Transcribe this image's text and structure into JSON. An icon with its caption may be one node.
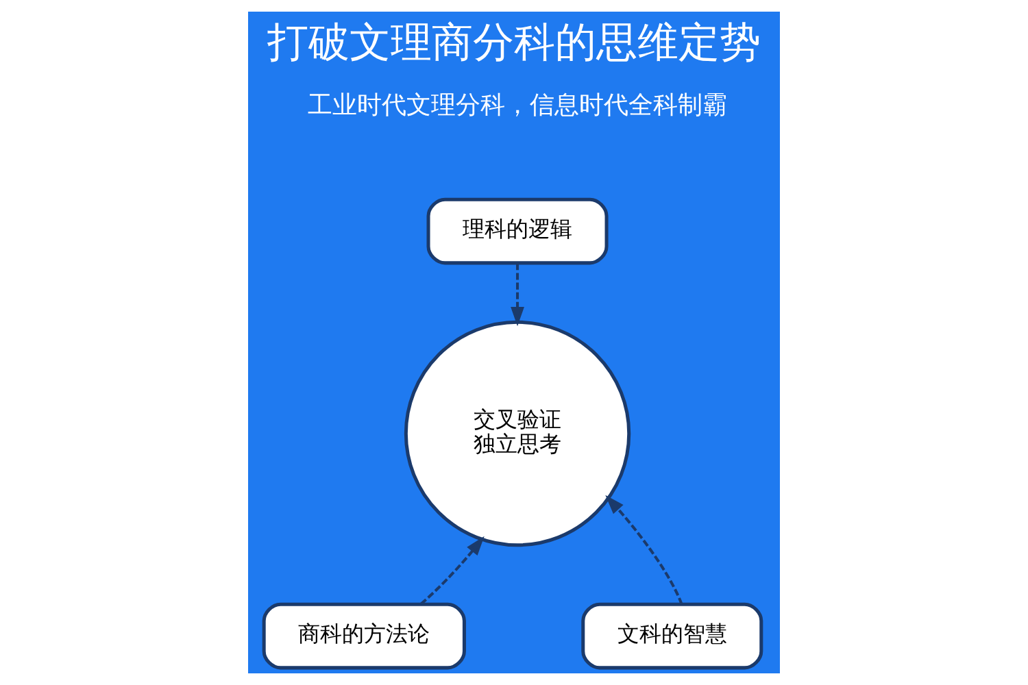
{
  "diagram": {
    "title": "打破文理商分科的思维定势",
    "nodes": [
      {
        "text": [
          "理科的逻辑"
        ]
      },
      {
        "text": [
          "交叉验证",
          "独立思考"
        ]
      },
      {
        "text": [
          "商科的方法论"
        ]
      },
      {
        "text": [
          "文科的智慧"
        ]
      }
    ],
    "edges": [
      {
        "from": 0,
        "to": 1,
        "arrow": "to",
        "style": "dashed"
      },
      {
        "from": 2,
        "to": 1,
        "arrow": "to",
        "style": "dashed"
      },
      {
        "from": 3,
        "to": 1,
        "arrow": "to",
        "style": "dashed"
      }
    ],
    "labels": [
      "工业时代文理分科，信息时代全科制霸"
    ]
  }
}
